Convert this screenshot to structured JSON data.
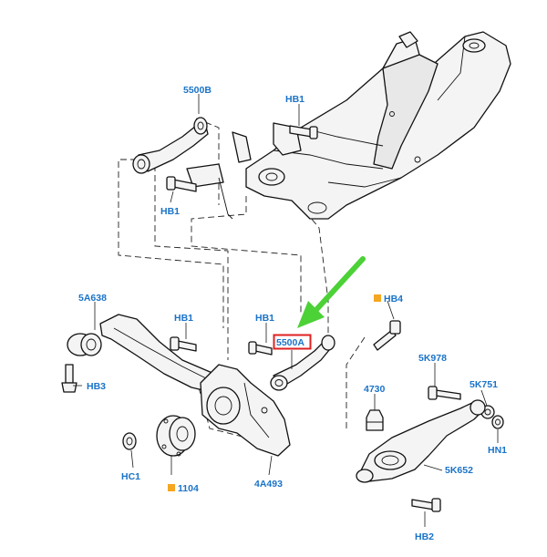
{
  "labels": {
    "upper_arm_b": "5500B",
    "hb1_top": "HB1",
    "hb1_left": "HB1",
    "trailing_arm": "5A638",
    "hb1_mid": "HB1",
    "hb1_right": "HB1",
    "hb4": "HB4",
    "upper_arm_a": "5500A",
    "hb3": "HB3",
    "bump_stop": "4730",
    "bolt_5k978": "5K978",
    "nut_5k751": "5K751",
    "hc1": "HC1",
    "hub": "1104",
    "knuckle": "4A493",
    "lower_arm": "5K652",
    "hn1": "HN1",
    "hb2": "HB2"
  },
  "colors": {
    "label_blue": "#1a73c8",
    "highlight_red": "#e02020",
    "arrow_green": "#4cd137",
    "marker_orange": "#f5a623"
  }
}
